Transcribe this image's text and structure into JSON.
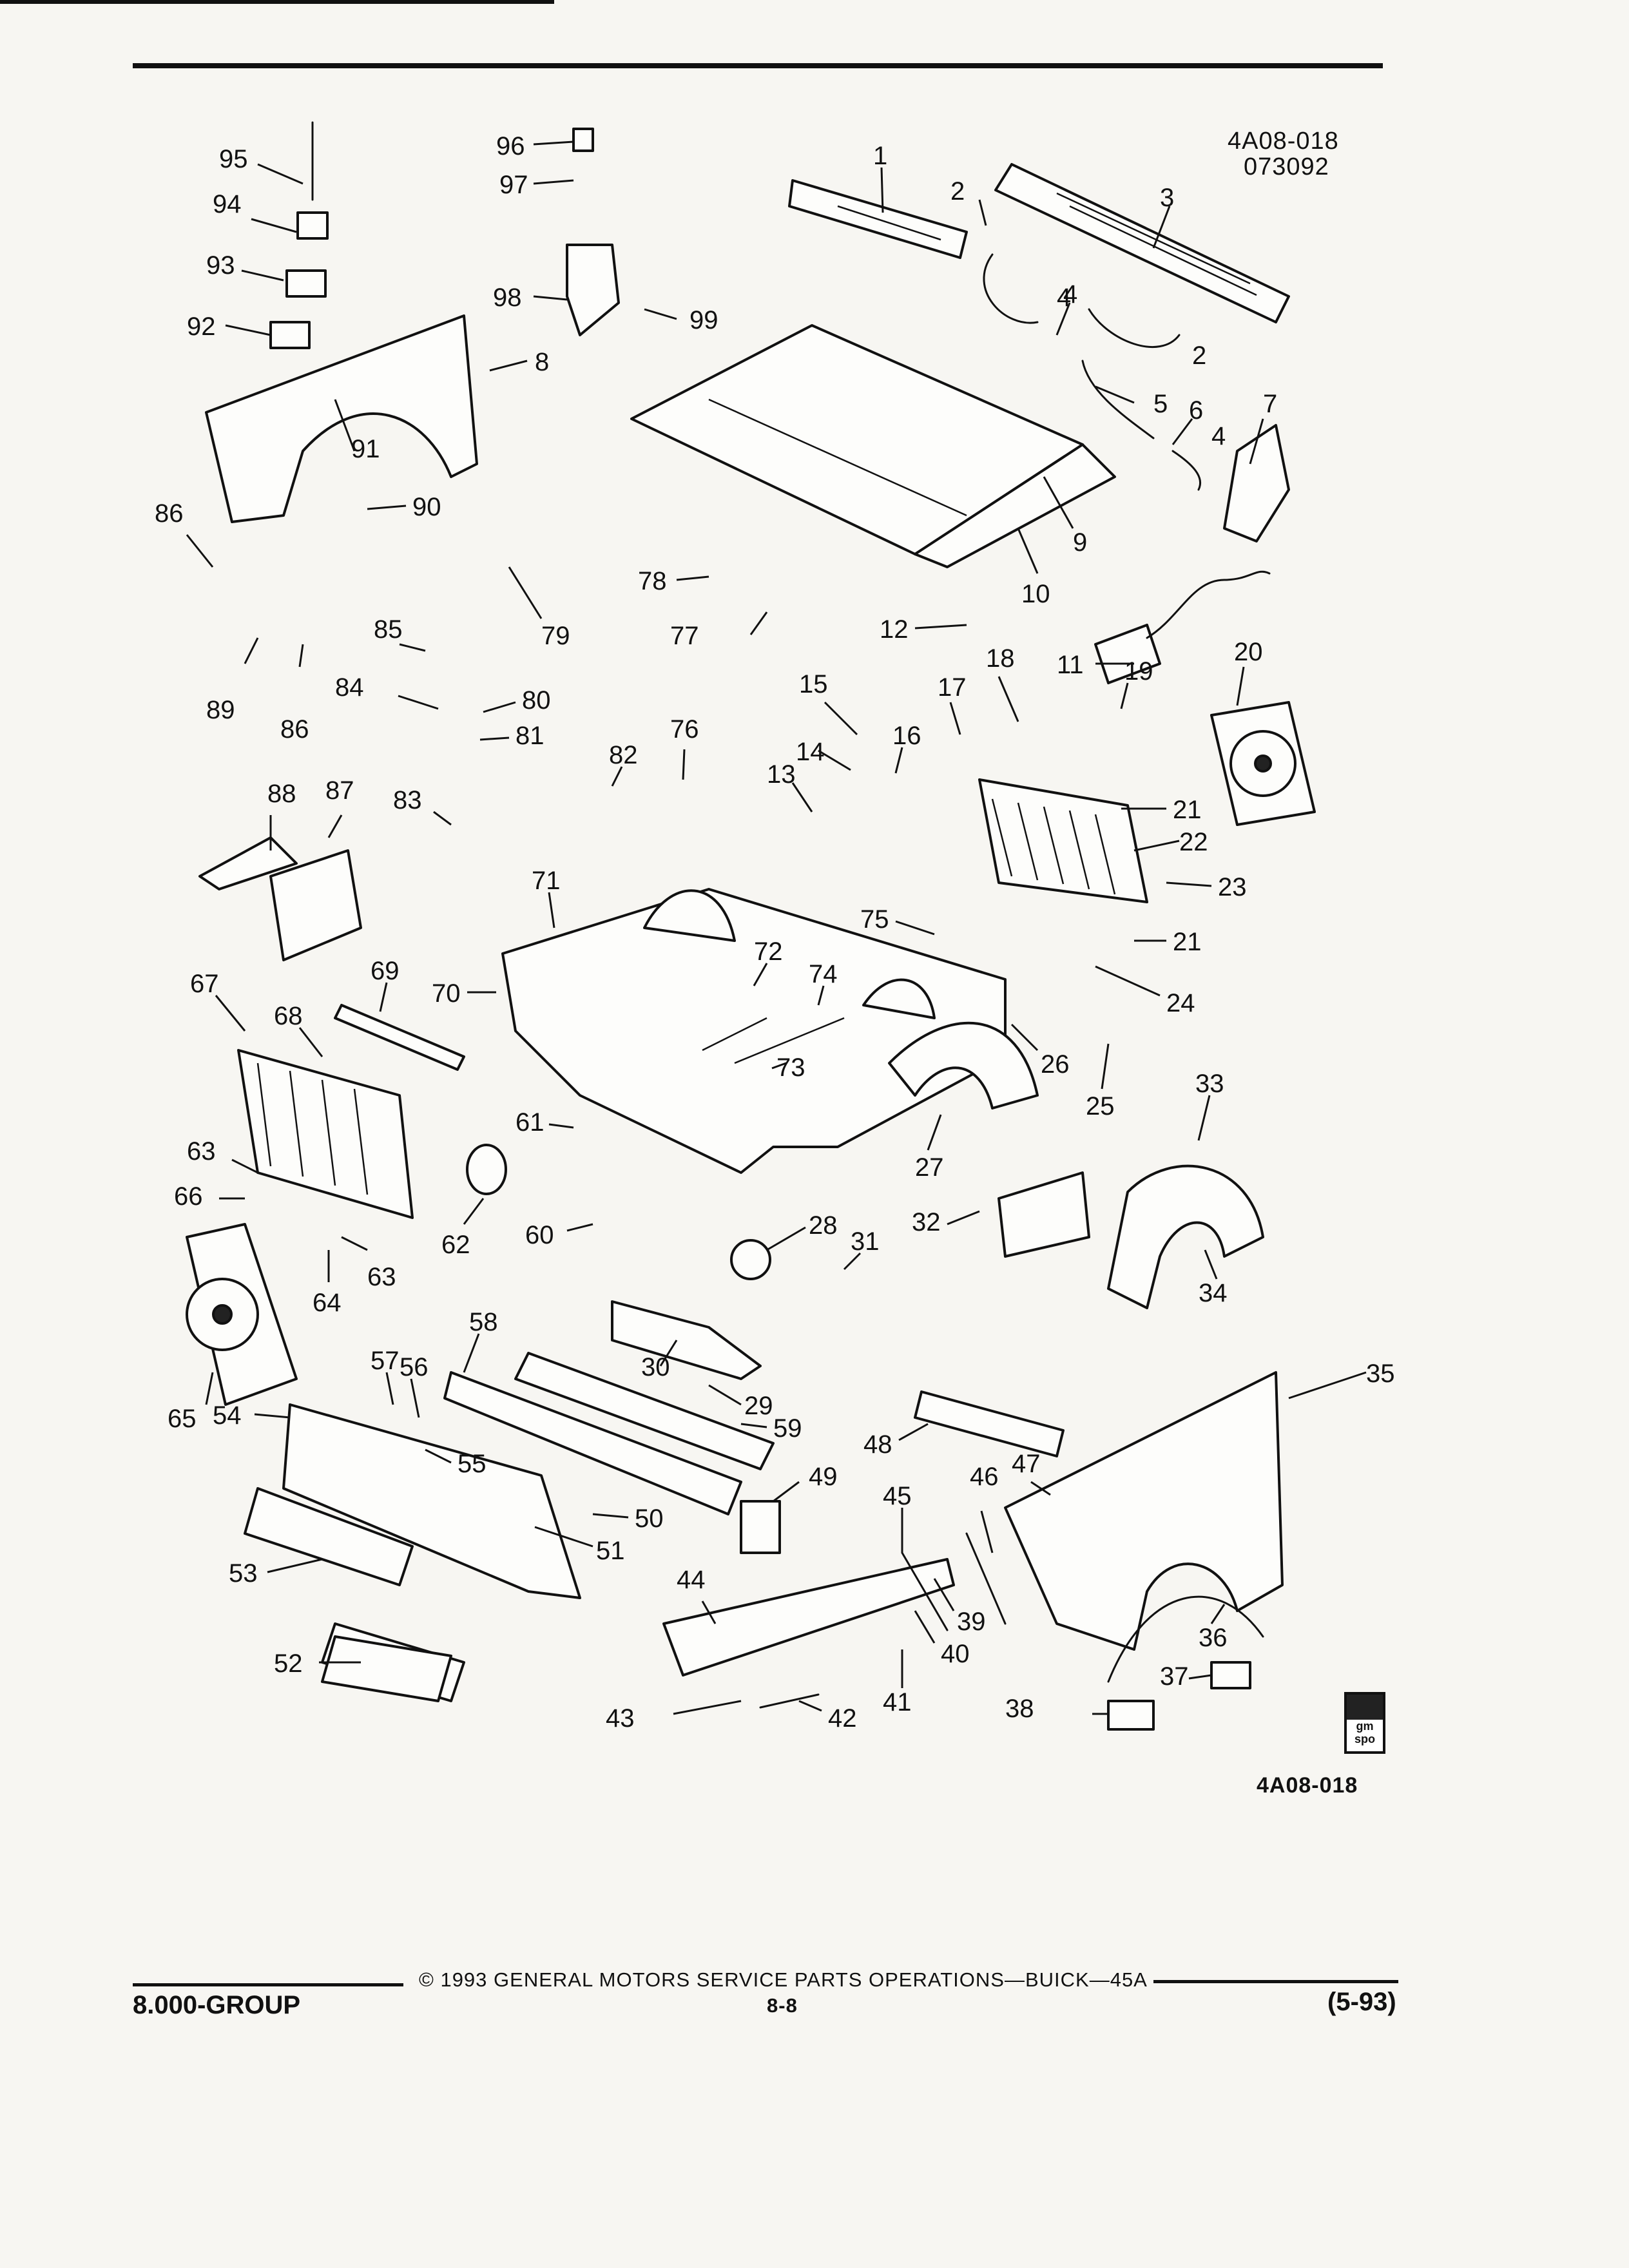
{
  "header": {
    "illustration_code": "4A08-018",
    "date_code": "073092"
  },
  "figure_code_bottom": "4A08-018",
  "callouts": [
    "1",
    "2",
    "2",
    "3",
    "4",
    "4",
    "4",
    "5",
    "6",
    "7",
    "8",
    "9",
    "10",
    "11",
    "12",
    "13",
    "14",
    "15",
    "16",
    "17",
    "18",
    "19",
    "20",
    "21",
    "21",
    "22",
    "23",
    "24",
    "25",
    "26",
    "27",
    "28",
    "29",
    "30",
    "31",
    "32",
    "33",
    "34",
    "35",
    "36",
    "37",
    "38",
    "39",
    "40",
    "41",
    "42",
    "43",
    "44",
    "45",
    "46",
    "47",
    "48",
    "49",
    "50",
    "51",
    "52",
    "53",
    "54",
    "55",
    "56",
    "57",
    "58",
    "59",
    "60",
    "61",
    "62",
    "63",
    "63",
    "64",
    "65",
    "66",
    "67",
    "68",
    "69",
    "70",
    "71",
    "72",
    "73",
    "74",
    "75",
    "76",
    "77",
    "78",
    "79",
    "80",
    "81",
    "82",
    "83",
    "84",
    "85",
    "86",
    "86",
    "87",
    "88",
    "89",
    "90",
    "91",
    "92",
    "93",
    "94",
    "95",
    "96",
    "97",
    "98",
    "99"
  ],
  "badge": {
    "top": "gm",
    "bottom": "spo"
  },
  "footer": {
    "copyright": "© 1993 GENERAL MOTORS SERVICE PARTS OPERATIONS—BUICK—45A",
    "group": "8.000-GROUP",
    "page": "8-8",
    "revision": "(5-93)"
  },
  "colors": {
    "ink": "#111111",
    "paper": "#f7f6f2"
  }
}
